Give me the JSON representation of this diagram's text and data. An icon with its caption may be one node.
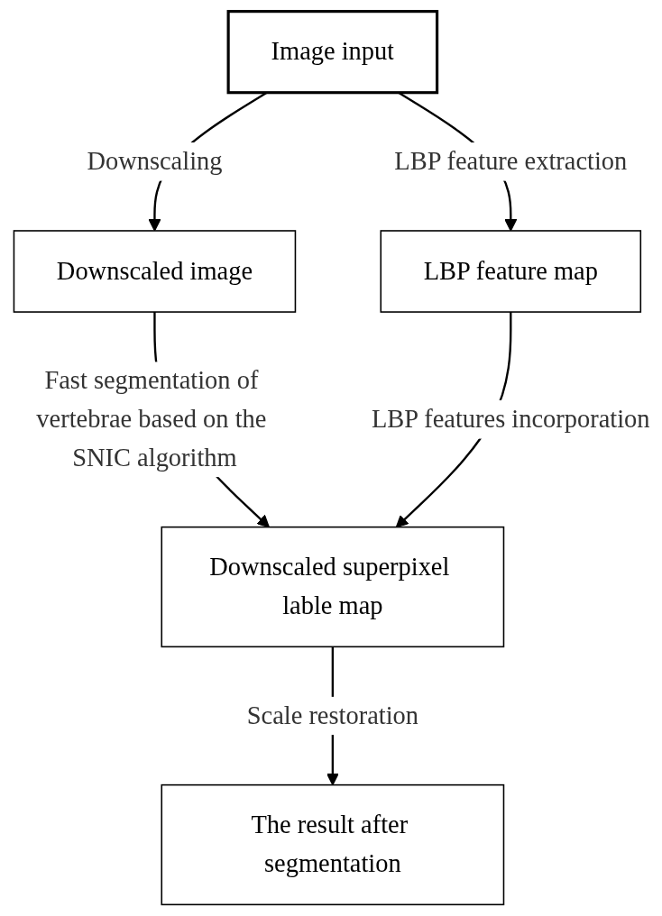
{
  "diagram": {
    "nodes": [
      {
        "text": [
          "Image input"
        ]
      },
      {
        "text": [
          "LBP feature map"
        ]
      },
      {
        "text": [
          "Downscaled image"
        ]
      },
      {
        "text": [
          "Downscaled superpixel lable map"
        ]
      },
      {
        "text": [
          "The result after segmentation"
        ]
      }
    ],
    "edges": [
      {
        "from": 0,
        "to": 1,
        "arrow": "to",
        "label": "LBP feature extraction"
      },
      {
        "from": 0,
        "to": 2,
        "arrow": "to",
        "label": "Downscaling"
      },
      {
        "from": 2,
        "to": 3,
        "arrow": "to",
        "label": "Fast segmentation of vertebrae based on the SNIC algorithm"
      },
      {
        "from": 1,
        "to": 3,
        "arrow": "to",
        "label": "LBP features incorporation"
      },
      {
        "from": 3,
        "to": 4,
        "arrow": "to",
        "label": "Scale restoration"
      }
    ]
  }
}
